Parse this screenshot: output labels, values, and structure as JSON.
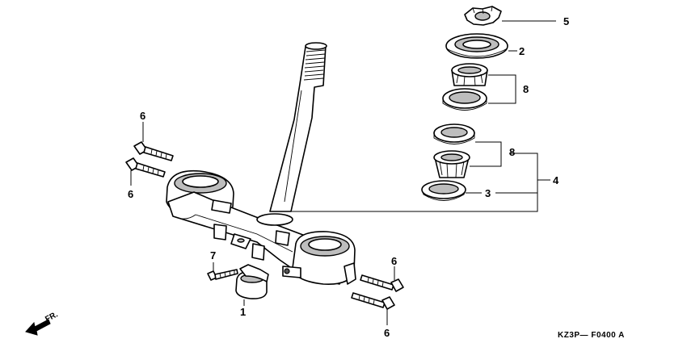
{
  "callouts": {
    "c1": "1",
    "c2": "2",
    "c3": "3",
    "c4": "4",
    "c5": "5",
    "c6a": "6",
    "c6b": "6",
    "c6c": "6",
    "c6d": "6",
    "c7": "7",
    "c8a": "8",
    "c8b": "8"
  },
  "front_indicator": "FR.",
  "diagram_code": "KZ3P— F0400 A",
  "line_color": "#000000",
  "shade_color": "#bdbdbd"
}
